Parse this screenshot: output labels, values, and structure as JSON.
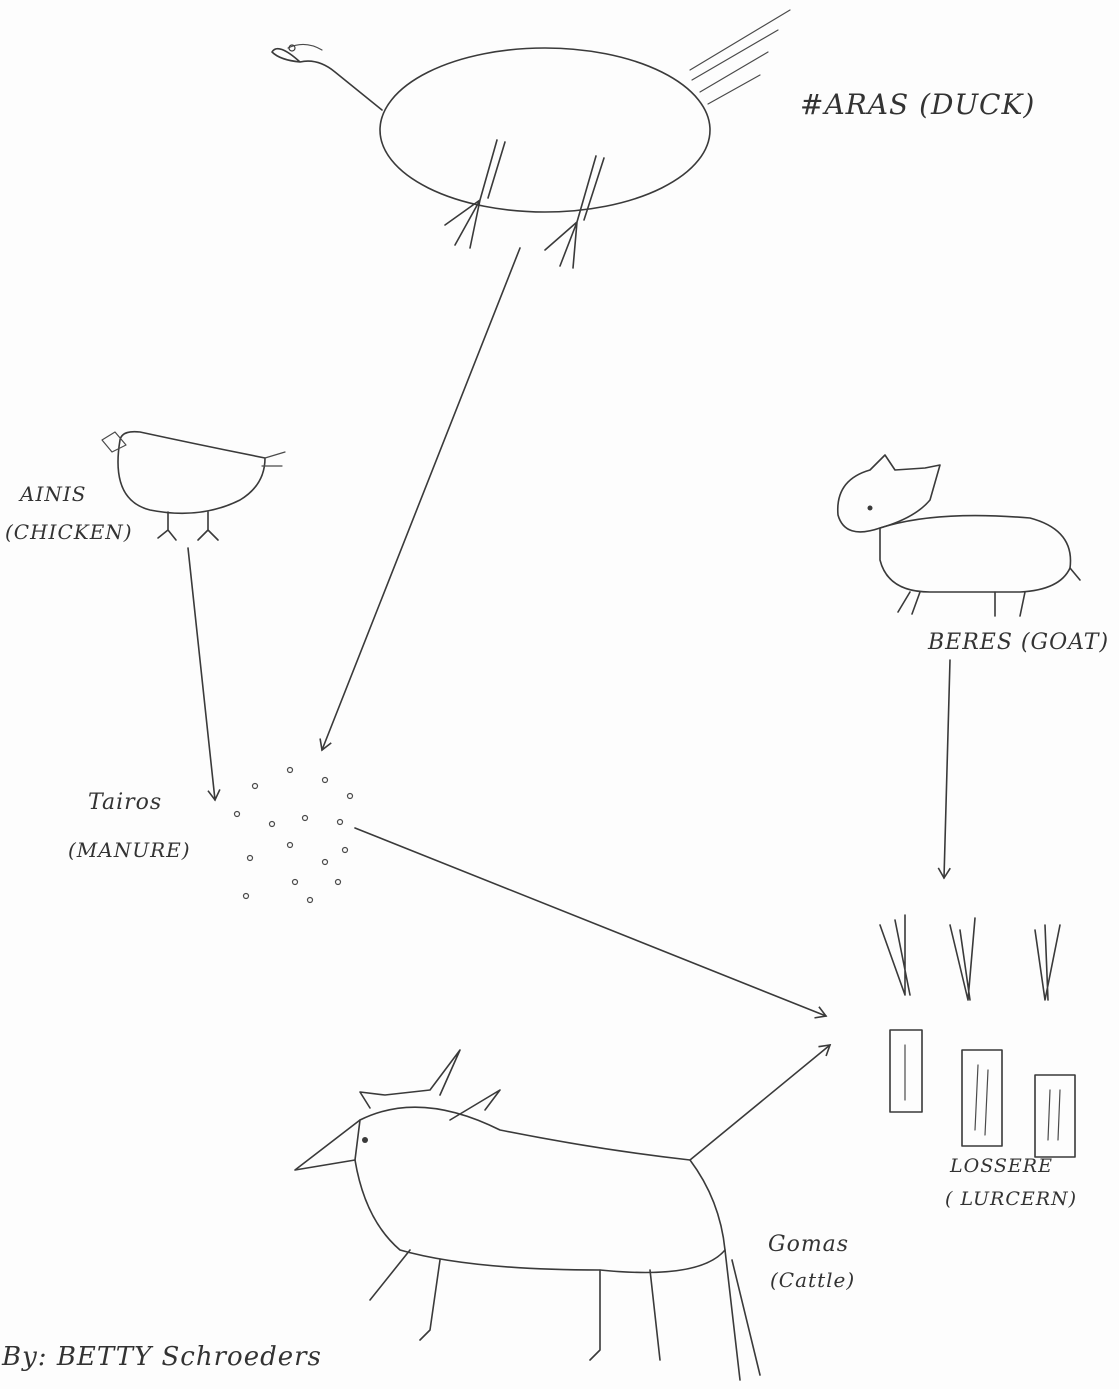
{
  "labels": {
    "duck": "#ARAS (DUCK)",
    "chicken_name": "AINIS",
    "chicken_trans": "(CHICKEN)",
    "manure_name": "Tairos",
    "manure_trans": "(MANURE)",
    "goat": "BERES (GOAT)",
    "lucerne_name": "LOSSERE",
    "lucerne_trans": "( LURCERN)",
    "cattle_name": "Gomas",
    "cattle_trans": "(Cattle)",
    "author": "By: BETTY Schroeders"
  },
  "icons": [
    "duck-icon",
    "chicken-icon",
    "goat-icon",
    "cattle-icon",
    "manure-icon",
    "lucerne-icon"
  ],
  "colors": {
    "ink": "#3a3a3a",
    "paper": "#fdfdfd"
  }
}
